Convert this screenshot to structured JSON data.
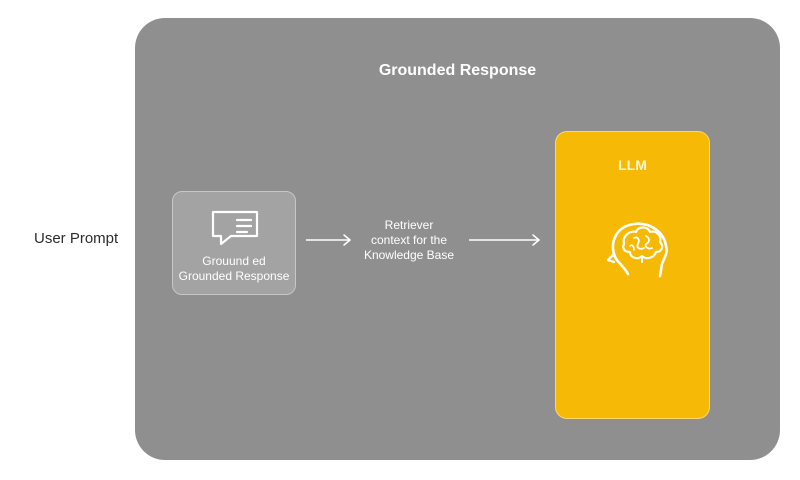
{
  "diagram": {
    "outer_title": "Grounded Response",
    "user_prompt_label": "User Prompt",
    "chat_card": {
      "line1": "Grouund ed",
      "line2": "Grounded Response"
    },
    "retriever_text": {
      "line1": "Retriever",
      "line2": "context for the",
      "line3": "Knowledge Base"
    },
    "llm": {
      "title": "LLM"
    }
  },
  "colors": {
    "outer_panel": "#8f8f8f",
    "chat_card": "#a3a3a3",
    "llm_box": "#f6b905",
    "text_dark": "#2d2d2d",
    "text_light": "#ffffff"
  },
  "icons": {
    "chat": "chat-bubble-icon",
    "brain": "brain-head-icon",
    "arrow": "arrow-right-icon"
  }
}
